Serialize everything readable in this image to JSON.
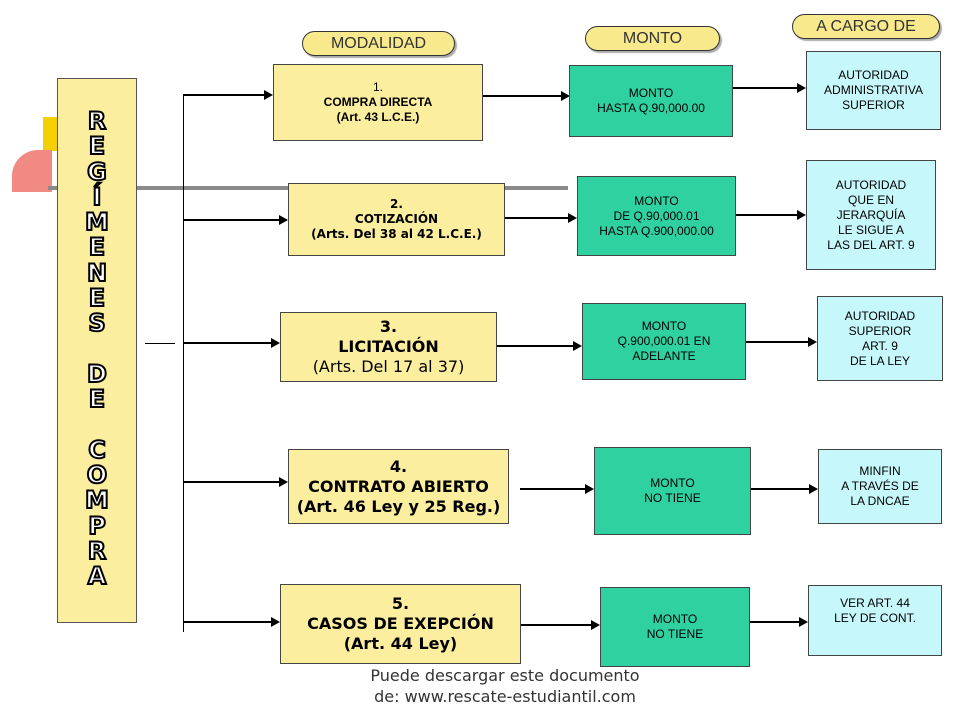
{
  "vertical_title": [
    "R",
    "E",
    "G",
    "Í",
    "M",
    "E",
    "N",
    "E",
    "S",
    "",
    "D",
    "E",
    "",
    "C",
    "O",
    "M",
    "P",
    "R",
    "A"
  ],
  "headers": {
    "modalidad": "MODALIDAD",
    "monto": "MONTO",
    "a_cargo": "A CARGO DE"
  },
  "rows": [
    {
      "modalidad": [
        "1.",
        "COMPRA DIRECTA",
        "(Art. 43 L.C.E.)"
      ],
      "monto": [
        "MONTO",
        "HASTA Q.90,000.00"
      ],
      "cargo": [
        "AUTORIDAD",
        "ADMINISTRATIVA",
        "SUPERIOR"
      ]
    },
    {
      "modalidad": [
        "2.",
        "COTIZACIÓN",
        "(Arts. Del 38 al 42 L.C.E.)"
      ],
      "monto": [
        "MONTO",
        "DE Q.90,000.01",
        "HASTA Q.900,000.00"
      ],
      "cargo": [
        "AUTORIDAD",
        "QUE EN",
        "JERARQUÍA",
        "LE SIGUE A",
        "LAS DEL ART. 9"
      ]
    },
    {
      "modalidad": [
        "3.",
        "LICITACIÓN",
        "(Arts. Del 17 al 37)"
      ],
      "monto": [
        "MONTO",
        "Q.900,000.01 EN",
        "ADELANTE"
      ],
      "cargo": [
        "AUTORIDAD",
        "SUPERIOR",
        "ART. 9",
        "DE LA LEY"
      ]
    },
    {
      "modalidad": [
        "4.",
        "CONTRATO ABIERTO",
        "(Art. 46 Ley y 25 Reg.)"
      ],
      "monto": [
        "MONTO",
        "NO TIENE"
      ],
      "cargo": [
        "MINFIN",
        "A TRAVÉS DE",
        "LA DNCAE"
      ]
    },
    {
      "modalidad": [
        "5.",
        "CASOS DE EXEPCIÓN",
        "(Art. 44 Ley)"
      ],
      "monto": [
        "MONTO",
        "NO TIENE"
      ],
      "cargo": [
        "VER ART. 44",
        "LEY DE CONT."
      ]
    }
  ],
  "footer": [
    "Puede descargar este documento",
    "de: www.rescate-estudiantil.com"
  ]
}
